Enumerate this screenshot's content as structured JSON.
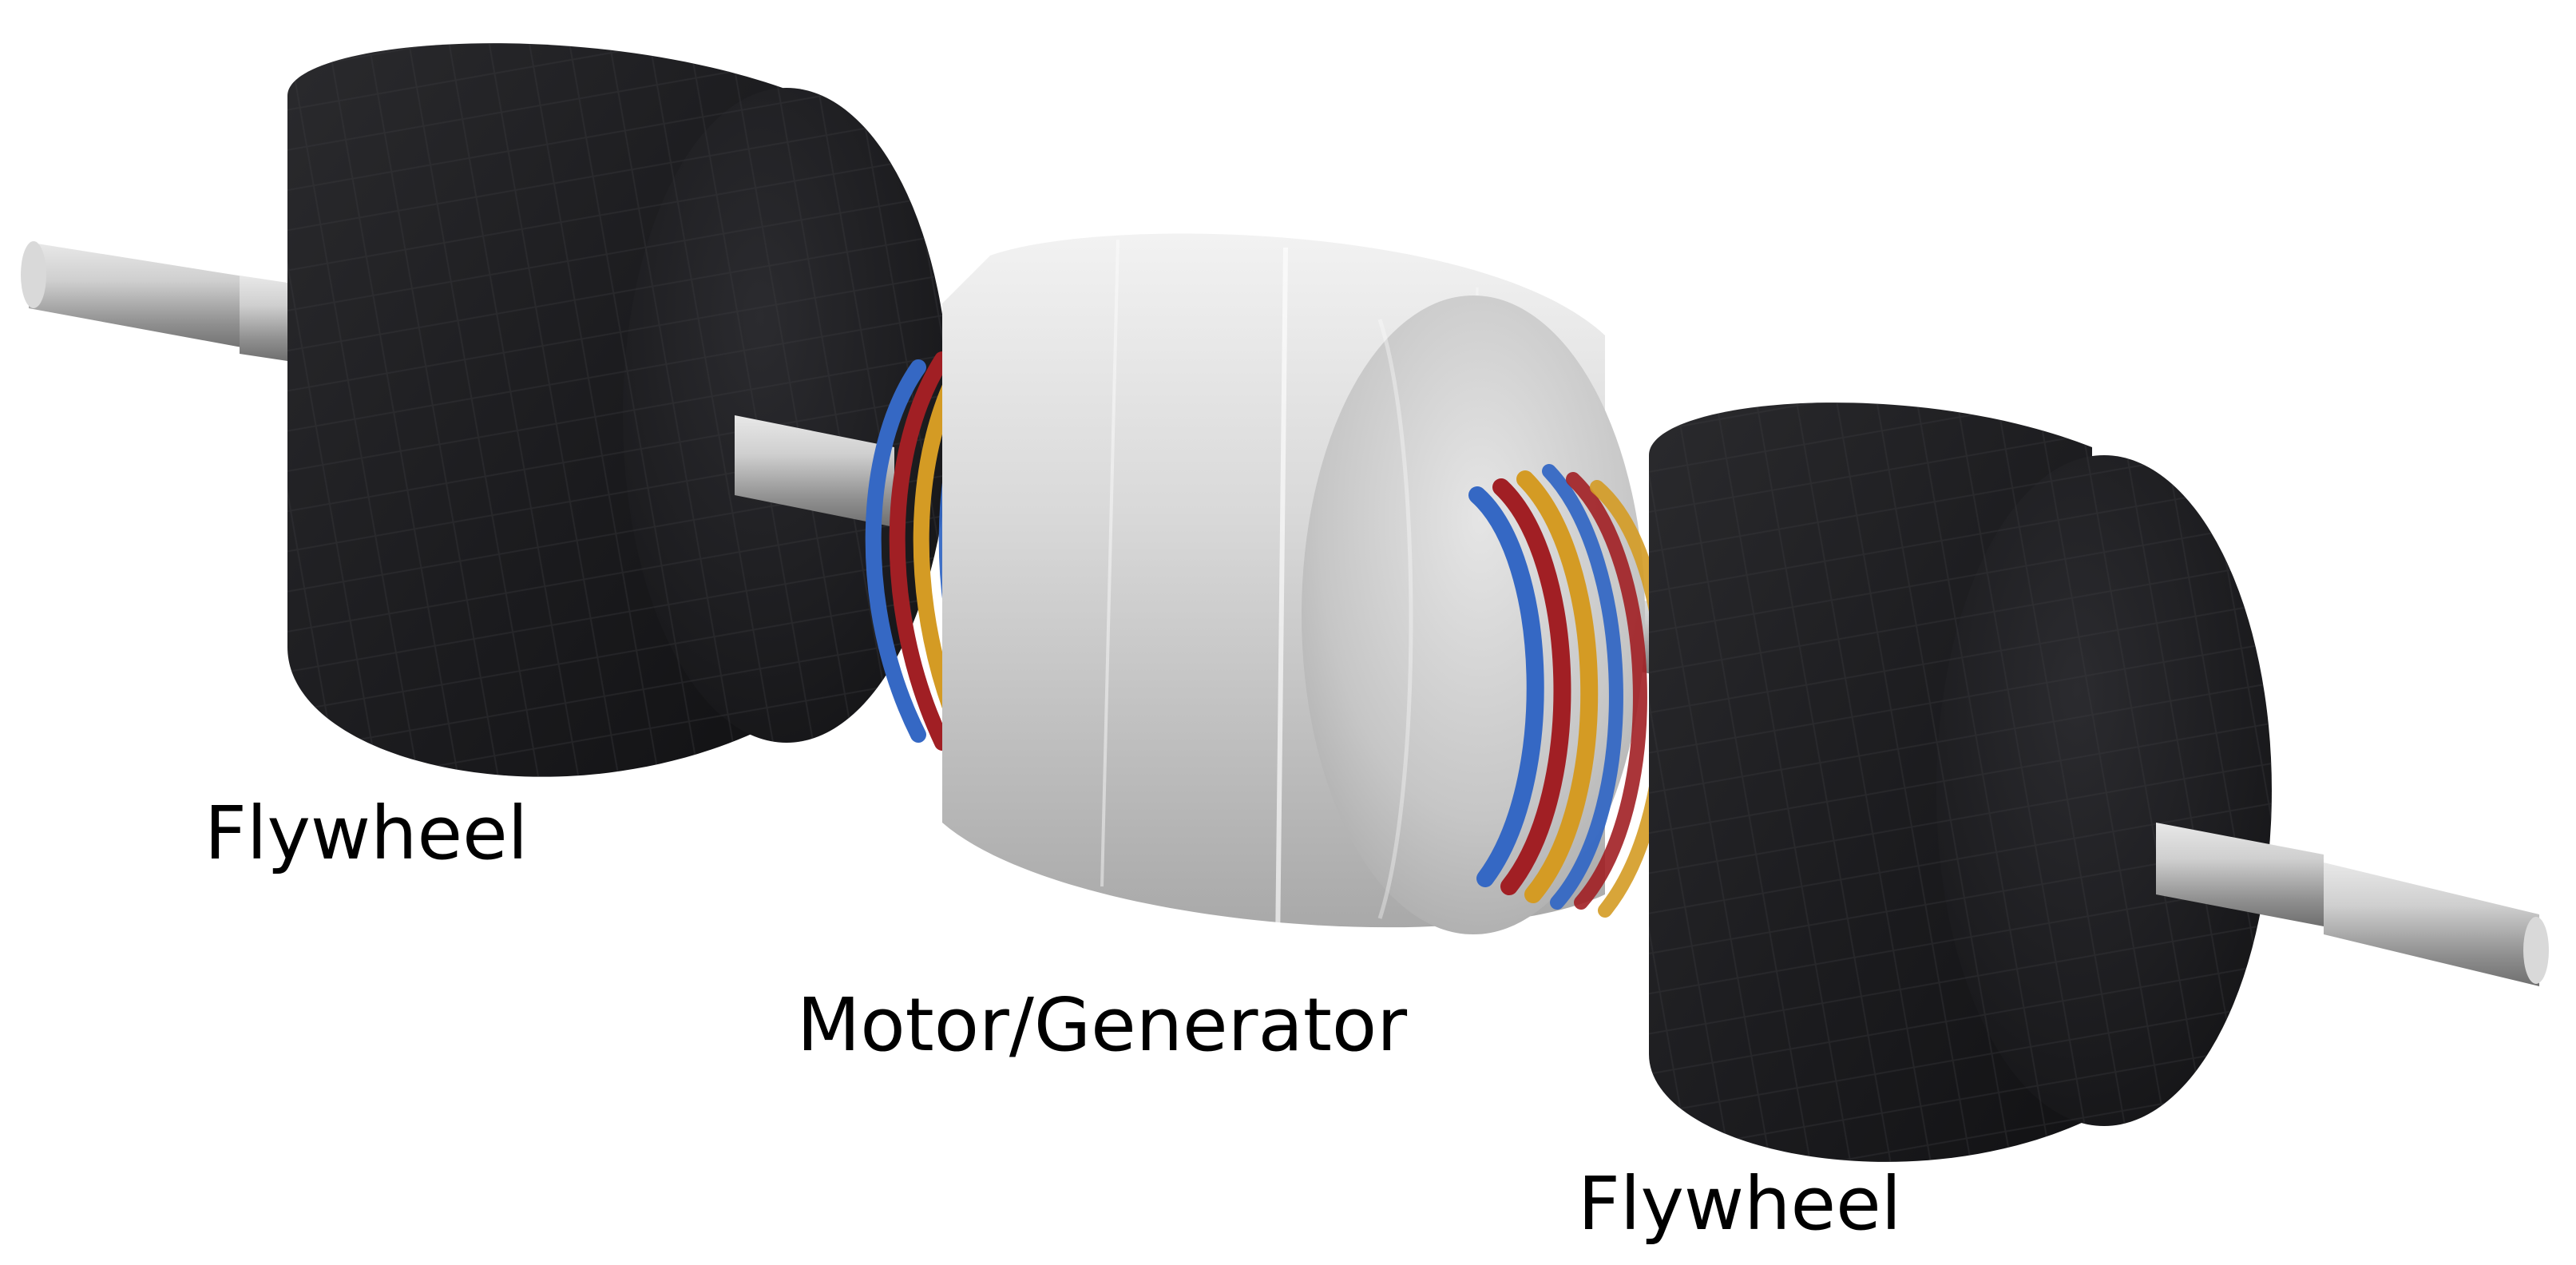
{
  "labels": {
    "flywheel_left": "Flywheel",
    "motor_generator": "Motor/Generator",
    "flywheel_right": "Flywheel"
  },
  "colors": {
    "background": "#ffffff",
    "flywheel_body": "#1f1f21",
    "motor_housing": "#d6d6d6",
    "shaft": "#b9b9b9",
    "coil_blue": "#3568c4",
    "coil_red": "#a11f24",
    "coil_yellow": "#d49b24",
    "label_text": "#000000"
  }
}
